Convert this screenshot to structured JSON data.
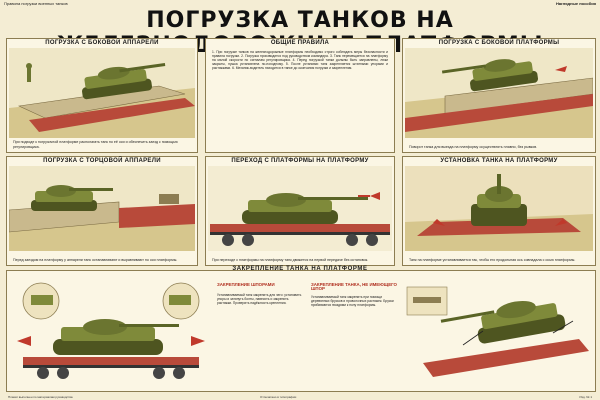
{
  "header": {
    "left_text": "Правила погрузки военных танков",
    "right_text": "Наглядные пособия"
  },
  "title": "ПОГРУЗКА ТАНКОВ НА ЖЕЛЕЗНОДОРОЖНЫЕ ПЛАТФОРМЫ",
  "panels": {
    "side_ramp": {
      "title": "ПОГРУЗКА С БОКОВОЙ АППАРЕЛИ",
      "caption": "При подходе к погрузочной платформе располагать танк по её оси и обеспечить заезд с помощью регулировщика."
    },
    "general_rules": {
      "title": "ОБЩИЕ ПРАВИЛА",
      "text": "1. При погрузке танков на железнодорожные платформы необходимо строго соблюдать меры безопасности и правила погрузки. 2. Погрузка производится под руководством командира. 3. Танк перемещается на платформу на малой скорости по сигналам регулировщика. 4. Перед погрузкой танки должны быть заправлены, люки закрыты, пушка установлена по-походному. 5. После установки танк закрепляется штатными упорами и растяжками. 6. Механик-водитель находится в танке до окончания погрузки и закрепления."
    },
    "side_platform": {
      "title": "ПОГРУЗКА С БОКОВОЙ ПЛАТФОРМЫ",
      "caption": "Поворот танка для выезда на платформу осуществлять плавно, без рывков."
    },
    "end_ramp": {
      "title": "ПОГРУЗКА С ТОРЦОВОЙ АППАРЕЛИ",
      "caption": "Перед заездом на платформу у аппарели танк останавливают и выравнивают по оси платформы."
    },
    "platform_transfer": {
      "title": "ПЕРЕХОД С ПЛАТФОРМЫ НА ПЛАТФОРМУ",
      "caption": "При переходе с платформы на платформу танк движется на первой передаче без остановок."
    },
    "install": {
      "title": "УСТАНОВКА ТАНКА НА ПЛАТФОРМУ",
      "caption": "Танк на платформе устанавливается так, чтобы его продольная ось совпадала с осью платформы."
    }
  },
  "bottom": {
    "title": "ЗАКРЕПЛЕНИЕ ТАНКА НА ПЛАТФОРМЕ",
    "left_sub": "ЗАКРЕПЛЕНИЕ ШПОРАМИ",
    "left_text": "Устанавливаемый танк закрепить для чего: установить упоры и затянуть болты, навесить и закрепить растяжки. Проверить надёжность крепления.",
    "mid_sub": "ЗАКРЕПЛЕНИЕ ТАНКА, НЕ ИМЕЮЩЕГО ШПОР",
    "mid_text": "Устанавливаемый танк закрепить при помощи деревянных брусков и проволочных растяжек. Бруски прибиваются гвоздями к полу платформы.",
    "footer_left": "Плакат выполнен по материалам руководства",
    "footer_mid": "Отпечатано в типографии",
    "footer_right": "Изд. № 1"
  },
  "colors": {
    "tank": "#7f8a3a",
    "tank_dark": "#5a6426",
    "platform": "#b84a3a",
    "ramp": "#c9b98d",
    "ground": "#d8c88f",
    "frame": "#8c7d52"
  }
}
